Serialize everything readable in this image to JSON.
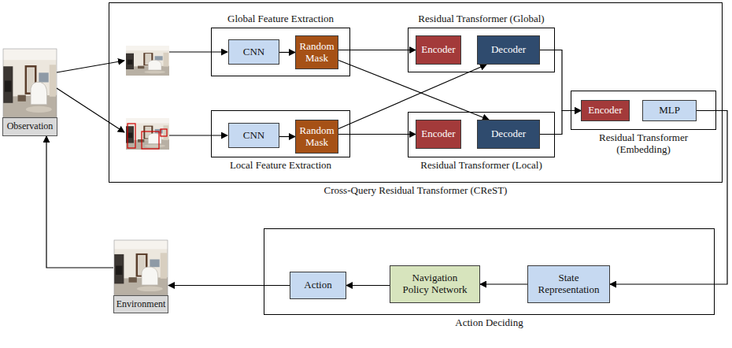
{
  "diagram": {
    "nodes": [
      {
        "text": [
          "Observation"
        ]
      },
      {
        "text": [
          "Cross-Query Residual Transformer (CReST)"
        ]
      },
      {
        "text": [
          "Global Feature Extraction"
        ],
        "in": 1
      },
      {
        "text": [
          "CNN"
        ],
        "in": 2
      },
      {
        "text": [
          "Random Mask"
        ],
        "in": 2
      },
      {
        "text": [
          "Local Feature Extraction"
        ],
        "in": 1
      },
      {
        "text": [
          "CNN"
        ],
        "in": 5
      },
      {
        "text": [
          "Random Mask"
        ],
        "in": 5
      },
      {
        "text": [
          "Residual Transformer (Global)"
        ],
        "in": 1
      },
      {
        "text": [
          "Encoder"
        ],
        "in": 8
      },
      {
        "text": [
          "Decoder"
        ],
        "in": 8
      },
      {
        "text": [
          "Residual Transformer (Local)"
        ],
        "in": 1
      },
      {
        "text": [
          "Encoder"
        ],
        "in": 11
      },
      {
        "text": [
          "Decoder"
        ],
        "in": 11
      },
      {
        "text": [
          "Residual Transformer (Embedding)"
        ],
        "in": 1
      },
      {
        "text": [
          "Encoder"
        ],
        "in": 14
      },
      {
        "text": [
          "MLP"
        ],
        "in": 14
      },
      {
        "text": [
          "Environment"
        ]
      },
      {
        "text": [
          "Action Deciding"
        ]
      },
      {
        "text": [
          "Action"
        ],
        "in": 18
      },
      {
        "text": [
          "Navigation Policy Network"
        ],
        "in": 18
      },
      {
        "text": [
          "State Representation"
        ],
        "in": 18
      }
    ],
    "edges": [
      {
        "from": 3,
        "to": 4,
        "arrow": "to"
      },
      {
        "from": 6,
        "to": 7,
        "arrow": "to"
      },
      {
        "from": 4,
        "to": 9,
        "arrow": "to"
      },
      {
        "from": 4,
        "to": 13,
        "arrow": "to"
      },
      {
        "from": 7,
        "to": 12,
        "arrow": "to"
      },
      {
        "from": 7,
        "to": 10,
        "arrow": "to"
      },
      {
        "from": 10,
        "to": 15,
        "arrow": "to"
      },
      {
        "from": 13,
        "to": 15,
        "arrow": "to"
      },
      {
        "from": 16,
        "to": 21,
        "arrow": "to"
      },
      {
        "from": 21,
        "to": 20,
        "arrow": "to"
      },
      {
        "from": 20,
        "to": 19,
        "arrow": "to"
      },
      {
        "from": 19,
        "to": 17,
        "arrow": "to"
      },
      {
        "from": 17,
        "to": 0,
        "arrow": "to"
      }
    ]
  }
}
